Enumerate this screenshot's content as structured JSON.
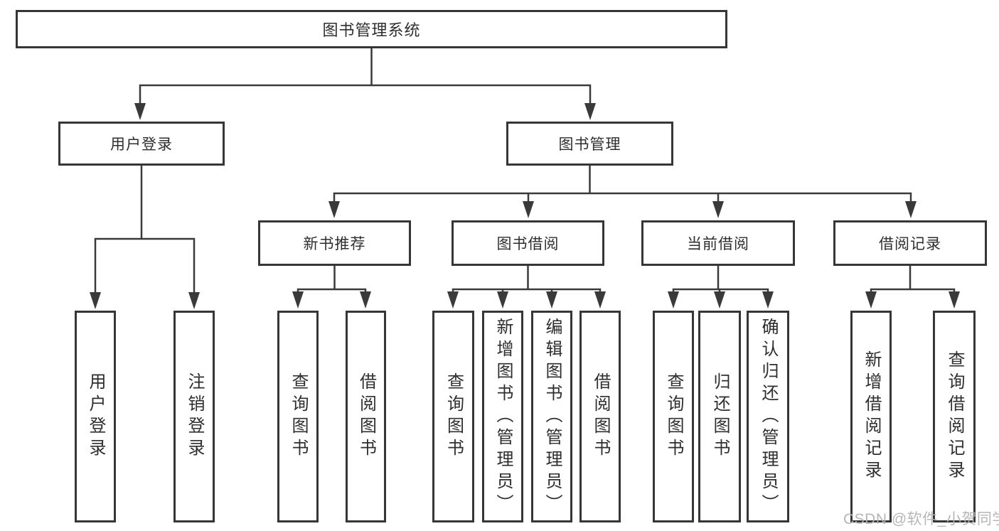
{
  "diagram": {
    "root": {
      "label": "图书管理系统"
    },
    "branches": [
      {
        "label": "用户登录",
        "children": [
          {
            "label": "用户登录"
          },
          {
            "label": "注销登录"
          }
        ]
      },
      {
        "label": "图书管理",
        "children": [
          {
            "label": "新书推荐",
            "children": [
              {
                "label": "查询图书"
              },
              {
                "label": "借阅图书"
              }
            ]
          },
          {
            "label": "图书借阅",
            "children": [
              {
                "label": "查询图书"
              },
              {
                "label": "新增图书（管理员）"
              },
              {
                "label": "编辑图书（管理员）"
              },
              {
                "label": "借阅图书"
              }
            ]
          },
          {
            "label": "当前借阅",
            "children": [
              {
                "label": "查询图书"
              },
              {
                "label": "归还图书"
              },
              {
                "label": "确认归还（管理员）"
              }
            ]
          },
          {
            "label": "借阅记录",
            "children": [
              {
                "label": "新增借阅记录"
              },
              {
                "label": "查询借阅记录"
              }
            ]
          }
        ]
      }
    ]
  },
  "watermark": {
    "text": "CSDN @软件_小贺同学"
  },
  "colors": {
    "line": "#3a3a3a",
    "box_border": "#363636",
    "text": "#2e2e2e",
    "watermark": "#b2b2b2",
    "background": "#ffffff"
  }
}
